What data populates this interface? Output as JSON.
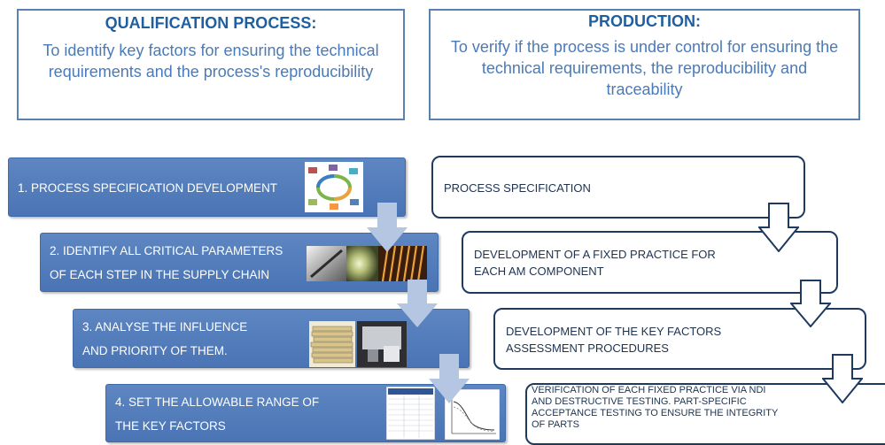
{
  "header_left": {
    "title": "QUALIFICATION PROCESS:",
    "text": "To identify key factors for ensuring the technical requirements and the process's reproducibility"
  },
  "header_right": {
    "title": "PRODUCTION:",
    "text": "To verify if the process is under control for ensuring the technical requirements, the reproducibility and traceability"
  },
  "steps": [
    {
      "line1": "1. PROCESS SPECIFICATION DEVELOPMENT",
      "line2": ""
    },
    {
      "line1": "2. IDENTIFY ALL CRITICAL PARAMETERS",
      "line2": "OF EACH STEP IN THE SUPPLY CHAIN"
    },
    {
      "line1": "3.  ANALYSE THE INFLUENCE",
      "line2": "AND  PRIORITY OF THEM."
    },
    {
      "line1": "4. SET THE ALLOWABLE RANGE OF",
      "line2": "THE  KEY FACTORS"
    }
  ],
  "production_steps": [
    {
      "line1": "PROCESS SPECIFICATION",
      "line2": "",
      "line3": "",
      "line4": ""
    },
    {
      "line1": "DEVELOPMENT OF A FIXED PRACTICE FOR",
      "line2": "EACH AM COMPONENT",
      "line3": "",
      "line4": ""
    },
    {
      "line1": "DEVELOPMENT OF THE KEY FACTORS",
      "line2": "ASSESSMENT PROCEDURES",
      "line3": "",
      "line4": ""
    },
    {
      "line1": "VERIFICATION OF EACH FIXED PRACTICE VIA NDI",
      "line2": "AND DESTRUCTIVE TESTING. PART-SPECIFIC",
      "line3": "ACCEPTANCE TESTING TO ENSURE THE INTEGRITY",
      "line4": "OF PARTS"
    }
  ],
  "colors": {
    "step_fill": "#4f7bbb",
    "header_title": "#1f5f9f",
    "header_text": "#4a7ab8",
    "down_arrow": "#b4c6e2",
    "outline_arrow": "#1f3a5f"
  }
}
